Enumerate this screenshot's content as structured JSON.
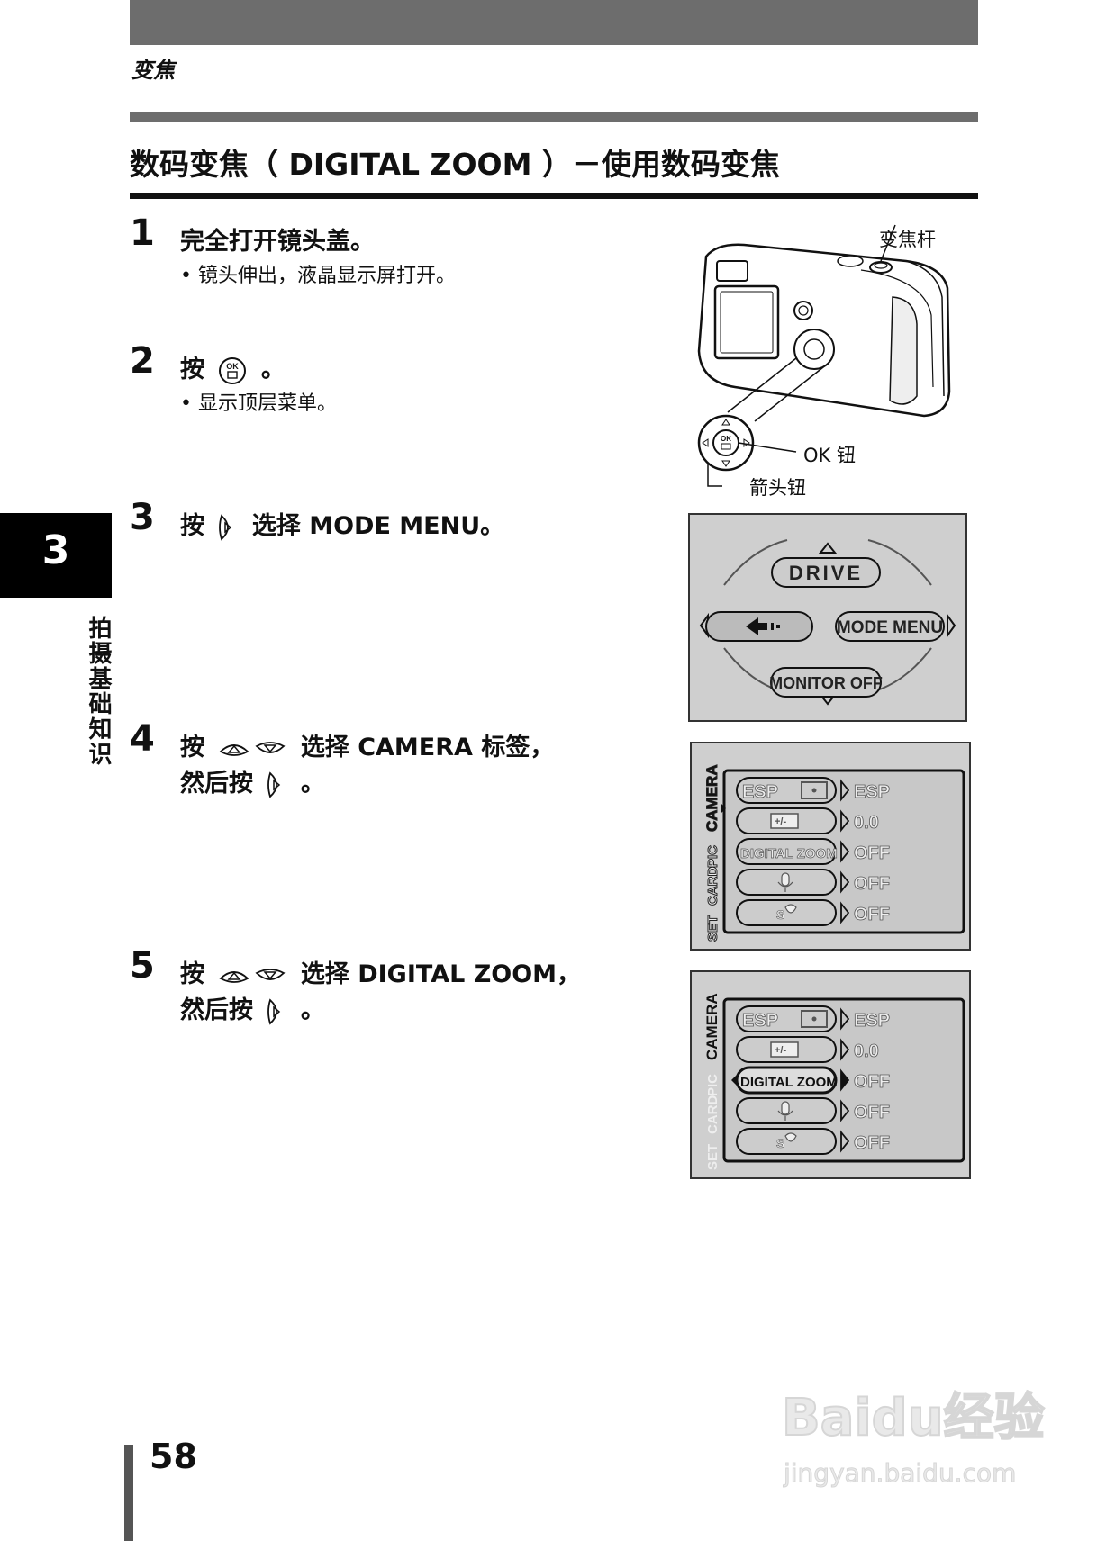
{
  "header": {
    "section_label": "变焦",
    "heading": "数码变焦（ DIGITAL ZOOM ）－使用数码变焦"
  },
  "chapter": {
    "number": "3",
    "title": "拍摄基础知识"
  },
  "steps": [
    {
      "number": "1",
      "text": "完全打开镜头盖。",
      "bullet": "镜头伸出，液晶显示屏打开。"
    },
    {
      "number": "2",
      "text_before": "按",
      "text_after": "。",
      "button_icon": "ok-button-icon",
      "bullet": "显示顶层菜单。"
    },
    {
      "number": "3",
      "text_before": "按",
      "text_after": "选择 MODE MENU。",
      "button_icon": "right-arrow-button-icon"
    },
    {
      "number": "4",
      "text_before": "按",
      "text_after": "选择 CAMERA 标签，",
      "line2_before": "然后按",
      "line2_after": "。",
      "button_icon": "up-down-arrow-button-icon"
    },
    {
      "number": "5",
      "text_before": "按",
      "text_after": "选择 DIGITAL ZOOM，",
      "line2_before": "然后按",
      "line2_after": "。",
      "button_icon": "up-down-arrow-button-icon"
    }
  ],
  "camera_illustration": {
    "zoom_lever_label": "变焦杆",
    "ok_button_label": "OK 钮",
    "arrow_pad_label": "箭头钮",
    "ok_text": "OK"
  },
  "top_menu_screen": {
    "up_item": "DRIVE",
    "left_item_icon": "arrow-menu-icon",
    "right_item": "MODE MENU",
    "down_item": "MONITOR OFF"
  },
  "camera_tab_screen": {
    "tabs": [
      "CAMERA",
      "PIC",
      "CARD",
      "SET"
    ],
    "rows": [
      {
        "label": "ESP",
        "value": "ESP"
      },
      {
        "label": "+/-",
        "value": "0.0"
      },
      {
        "label": "DIGITAL ZOOM",
        "value": "OFF"
      },
      {
        "label": "mic",
        "value": "OFF"
      },
      {
        "label": "S",
        "value": "OFF"
      }
    ]
  },
  "digital_zoom_screen": {
    "selected_row": "DIGITAL ZOOM",
    "rows": [
      {
        "label": "ESP",
        "value": "ESP"
      },
      {
        "label": "+/-",
        "value": "0.0"
      },
      {
        "label": "DIGITAL ZOOM",
        "value": "OFF"
      },
      {
        "label": "mic",
        "value": "OFF"
      },
      {
        "label": "S",
        "value": "OFF"
      }
    ]
  },
  "footer": {
    "page_number": "58",
    "watermark": "Baidu经验",
    "watermark_url": "jingyan.baidu.com"
  }
}
